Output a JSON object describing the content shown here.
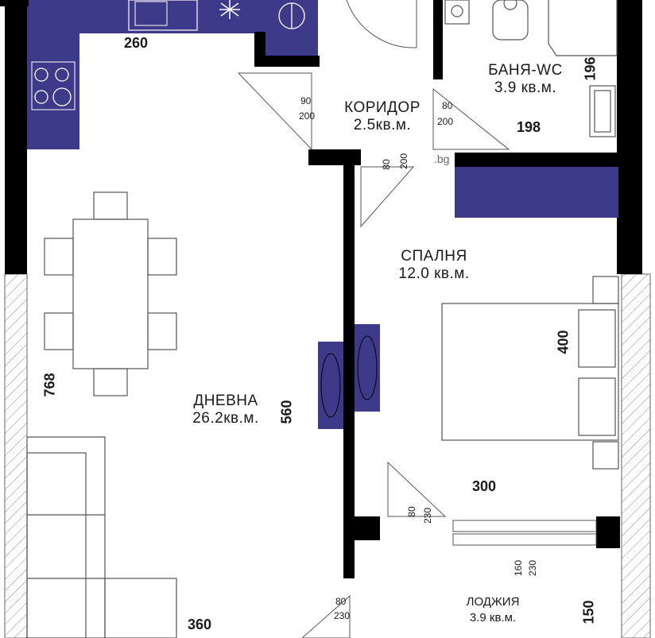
{
  "rooms": {
    "corridor": {
      "name": "КОРИДОР",
      "area": "2.5кв.м."
    },
    "bath": {
      "name": "БАНЯ-WC",
      "area": "3.9 кв.м."
    },
    "bedroom": {
      "name": "СПАЛНЯ",
      "area": "12.0 кв.м."
    },
    "living": {
      "name": "ДНЕВНА",
      "area": "26.2кв.м."
    },
    "loggia": {
      "name": "ЛОДЖИЯ",
      "area": "3.9 кв.м."
    }
  },
  "dimensions": {
    "kitchen_width": "260",
    "bath_height": "196",
    "bath_width": "198",
    "bed_length": "400",
    "living_height": "768",
    "living_wall": "560",
    "bedroom_width": "300",
    "loggia_height": "150",
    "living_width": "360"
  },
  "door_labels": {
    "corridor_left": {
      "w": "90",
      "h": "200"
    },
    "corridor_right": {
      "w": "80",
      "h": "200"
    },
    "bedroom_door": {
      "w": "80",
      "h": "200"
    },
    "loggia_door_left": {
      "w": "80",
      "h": "230"
    },
    "balcony_door": {
      "w": "160",
      "h": "230"
    },
    "living_door": {
      "w": "80",
      "h": "230"
    }
  },
  "watermark": ".bg",
  "colors": {
    "wall": "#000000",
    "furniture": "#3d3a8a",
    "line": "#555555",
    "hatch": "#888888"
  }
}
